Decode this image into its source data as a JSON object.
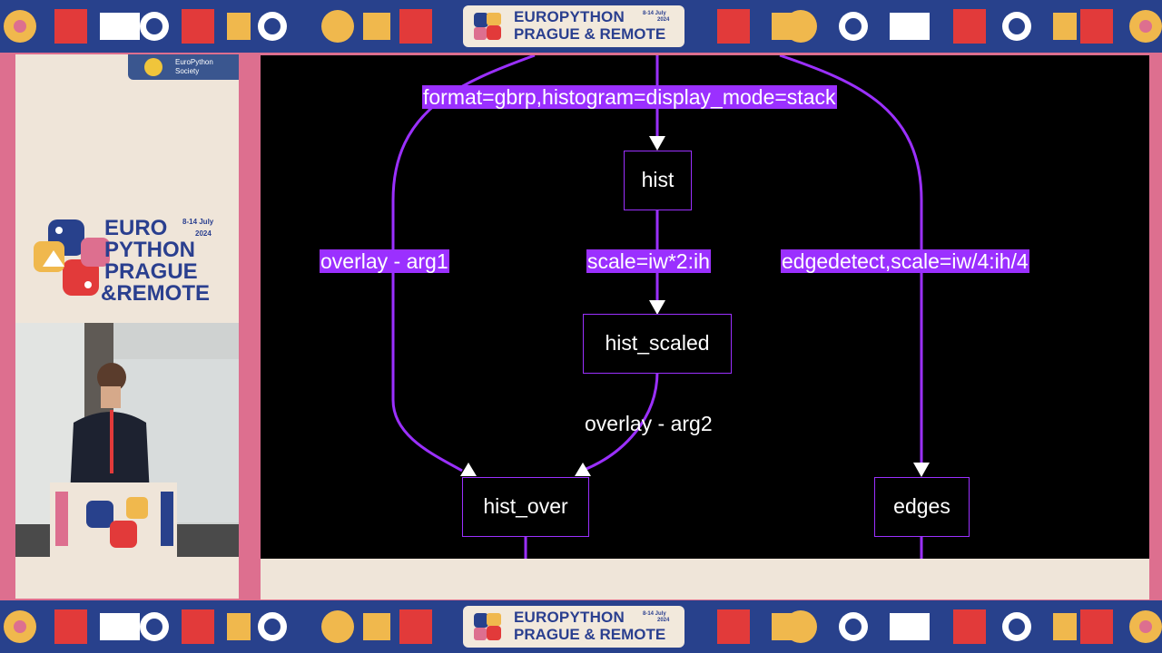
{
  "event_banner": {
    "line1": "EUROPYTHON",
    "line2": "PRAGUE & REMOTE",
    "dates": "8-14 July",
    "year": "2024",
    "colors": {
      "navy": "#28418c",
      "pink": "#dd6f8f",
      "red": "#e23a3a",
      "yellow": "#f0b84d",
      "cream": "#efe5d9"
    }
  },
  "sidebar": {
    "society_line1": "EuroPython",
    "society_line2": "Society",
    "logo_line1": "EURO",
    "logo_line2": "PYTHON",
    "logo_line3": "PRAGUE",
    "logo_line4": "&REMOTE",
    "logo_dates": "8-14 July",
    "logo_year": "2024"
  },
  "graph": {
    "nodes": {
      "hist": "hist",
      "hist_scaled": "hist_scaled",
      "hist_over": "hist_over",
      "edges": "edges"
    },
    "edge_labels": {
      "format": "format=gbrp,histogram=display_mode=stack",
      "overlay_arg1": "overlay - arg1",
      "scale": "scale=iw*2:ih",
      "edgedetect": "edgedetect,scale=iw/4:ih/4",
      "overlay_arg2": "overlay - arg2"
    },
    "edge_color": "#9b30ff"
  }
}
